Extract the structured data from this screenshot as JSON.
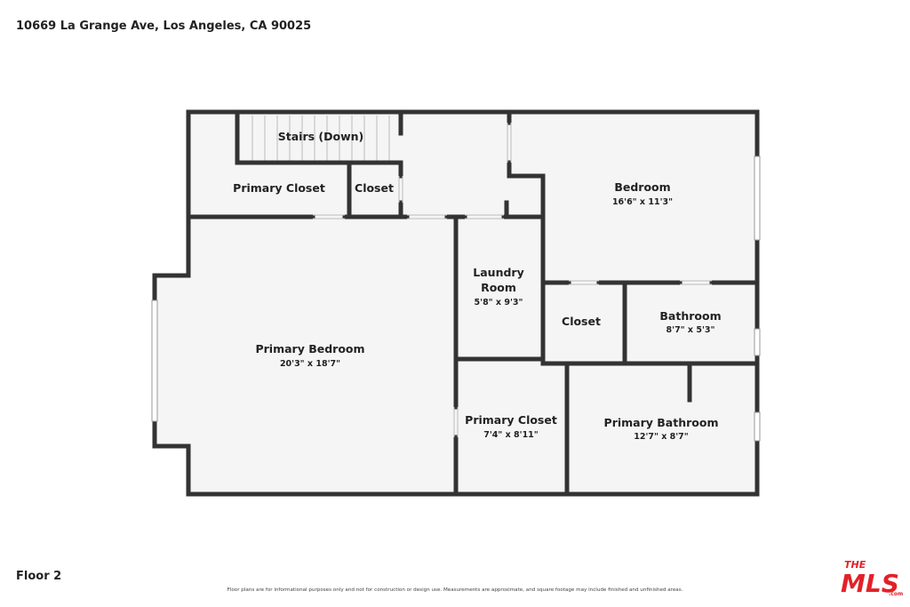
{
  "header": {
    "address": "10669 La Grange Ave, Los Angeles, CA 90025"
  },
  "footer": {
    "floor": "Floor 2",
    "disclaimer": "Floor plans are for informational purposes only and not for construction or design use. Measurements are approximate, and square footage may include finished and unfinished areas."
  },
  "logo": {
    "line1": "THE",
    "line2": "MLS",
    "line3": ".com",
    "color": "#e32128"
  },
  "colors": {
    "wall": "#333333",
    "floor": "#f5f5f5",
    "stair": "#bbbbbb"
  },
  "rooms": {
    "stairs": {
      "name": "Stairs (Down)"
    },
    "primary_closet_top": {
      "name": "Primary Closet"
    },
    "closet_top": {
      "name": "Closet"
    },
    "bedroom": {
      "name": "Bedroom",
      "dims": "16'6\" x 11'3\""
    },
    "laundry": {
      "name_line1": "Laundry",
      "name_line2": "Room",
      "dims": "5'8\" x 9'3\""
    },
    "closet_mid": {
      "name": "Closet"
    },
    "bathroom": {
      "name": "Bathroom",
      "dims": "8'7\" x 5'3\""
    },
    "primary_bedroom": {
      "name": "Primary Bedroom",
      "dims": "20'3\" x 18'7\""
    },
    "primary_closet_bottom": {
      "name": "Primary Closet",
      "dims": "7'4\" x 8'11\""
    },
    "primary_bathroom": {
      "name": "Primary Bathroom",
      "dims": "12'7\" x 8'7\""
    }
  }
}
